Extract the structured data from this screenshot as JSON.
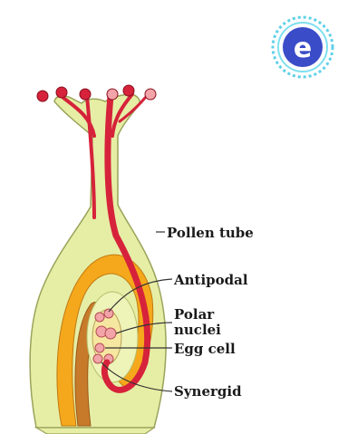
{
  "labels": {
    "pollen_tube": "Pollen tube",
    "antipodal": "Antipodal",
    "polar_line1": "Polar",
    "polar_line2": "nuclei",
    "egg_cell": "Egg cell",
    "synergid": "Synergid"
  },
  "logo": {
    "letter": "e",
    "name": "logo-icon"
  },
  "colors": {
    "tissue": "#e6eea6",
    "tissue_outline": "#9aa35a",
    "integument": "#f5a81c",
    "pollen_tube": "#d6223a",
    "sac": "#f6e7a0",
    "nuclei": "#f2a4a8",
    "leader": "#333333",
    "logo_ring": "#5fd0e8",
    "logo_fill": "#3a4cc8"
  }
}
